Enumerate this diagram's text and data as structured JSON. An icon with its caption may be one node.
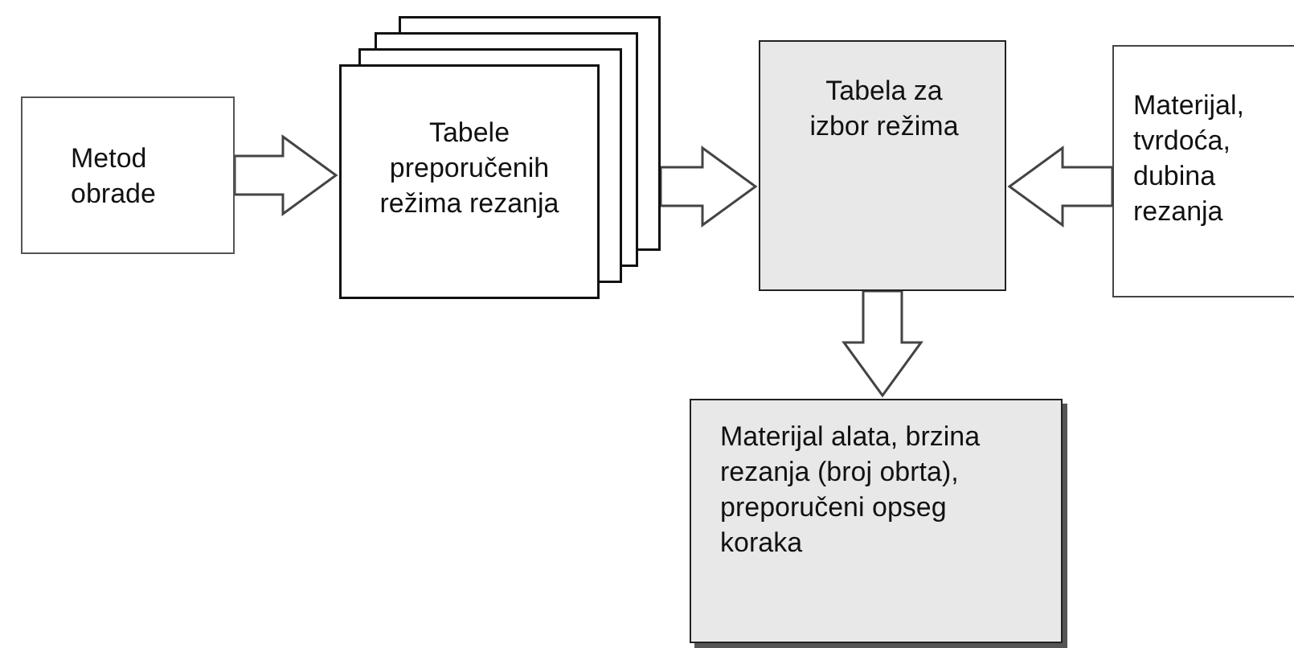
{
  "diagram": {
    "nodes": [
      {
        "text": [
          "Metod obrade"
        ]
      },
      {
        "text": [
          "Tabele preporučenih režima rezanja"
        ]
      },
      {
        "text": [
          "Tabela za izbor režima"
        ]
      },
      {
        "text": [
          "Materijal, tvrdoća, dubina rezanja"
        ]
      },
      {
        "text": [
          "Materijal alata, brzina rezanja (broj obrta), preporučeni opseg koraka"
        ]
      }
    ],
    "edges": [
      {
        "from": 0,
        "to": 1,
        "arrow": "to"
      },
      {
        "from": 1,
        "to": 2,
        "arrow": "to"
      },
      {
        "from": 3,
        "to": 2,
        "arrow": "to"
      },
      {
        "from": 2,
        "to": 4,
        "arrow": "to"
      }
    ]
  }
}
